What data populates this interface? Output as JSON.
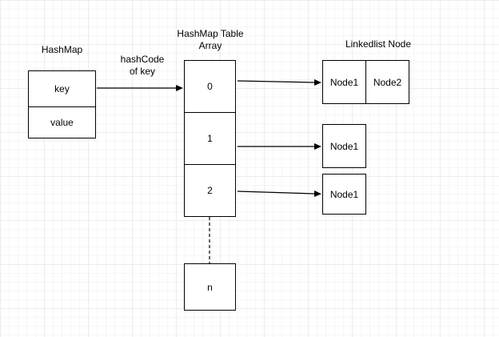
{
  "diagram": {
    "hashmap": {
      "label": "HashMap",
      "key": "key",
      "value": "value"
    },
    "hash_edge": {
      "line1": "hashCode",
      "line2": "of key"
    },
    "table": {
      "title_line1": "HashMap Table",
      "title_line2": "Array",
      "cells": [
        "0",
        "1",
        "2"
      ],
      "last": "n"
    },
    "linkedlist": {
      "title": "Linkedlist Node",
      "row1": [
        "Node1",
        "Node2"
      ],
      "row2": "Node1",
      "row3": "Node1"
    }
  }
}
